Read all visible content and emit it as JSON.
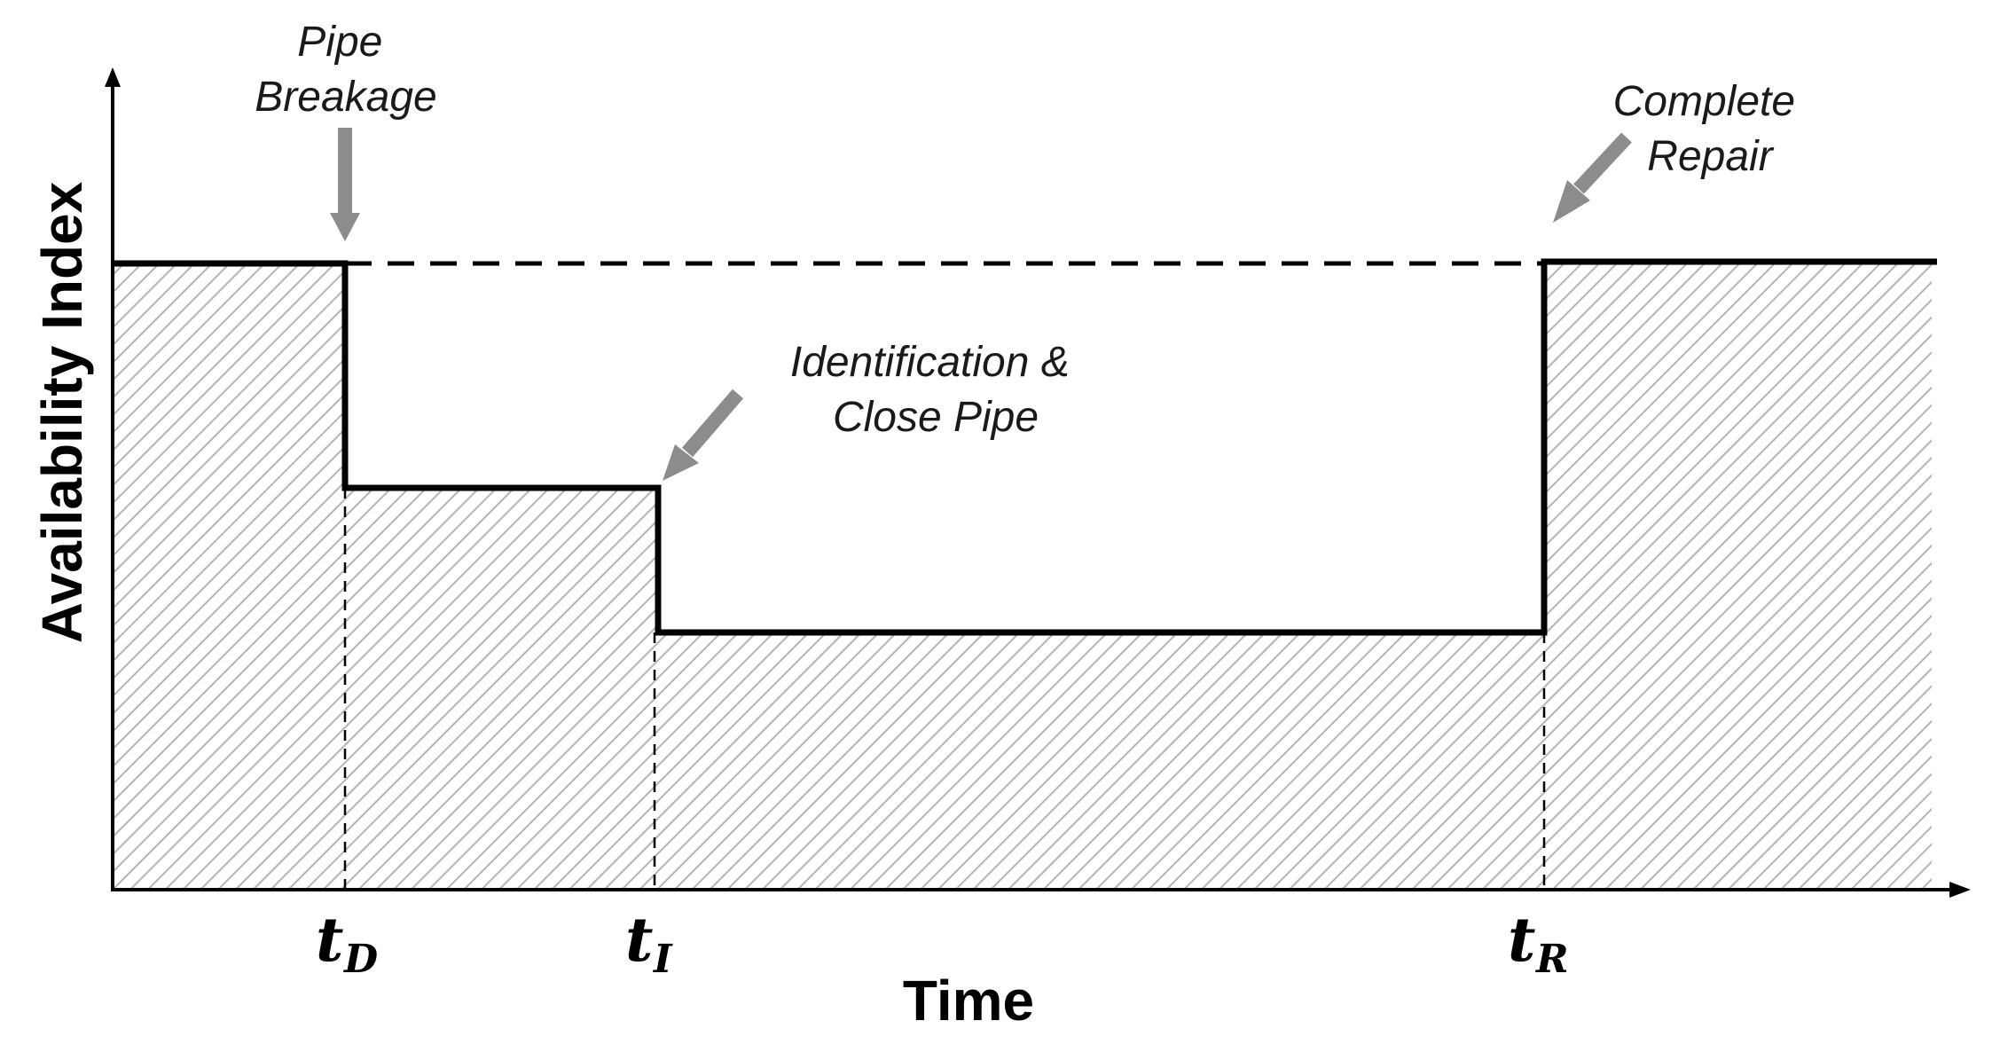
{
  "diagram": {
    "y_axis_label": "Availability Index",
    "x_axis_label": "Time",
    "time_markers": [
      {
        "main": "t",
        "sub": "D"
      },
      {
        "main": "t",
        "sub": "I"
      },
      {
        "main": "t",
        "sub": "R"
      }
    ],
    "annotations": {
      "pipe_breakage": [
        "Pipe",
        "Breakage"
      ],
      "identification": [
        "Identification &",
        "Close Pipe"
      ],
      "complete_repair": [
        "Complete",
        "Repair"
      ]
    },
    "colors": {
      "line": "#000000",
      "arrow": "#8c8c8c",
      "hatch": "#b4b4b4"
    }
  }
}
